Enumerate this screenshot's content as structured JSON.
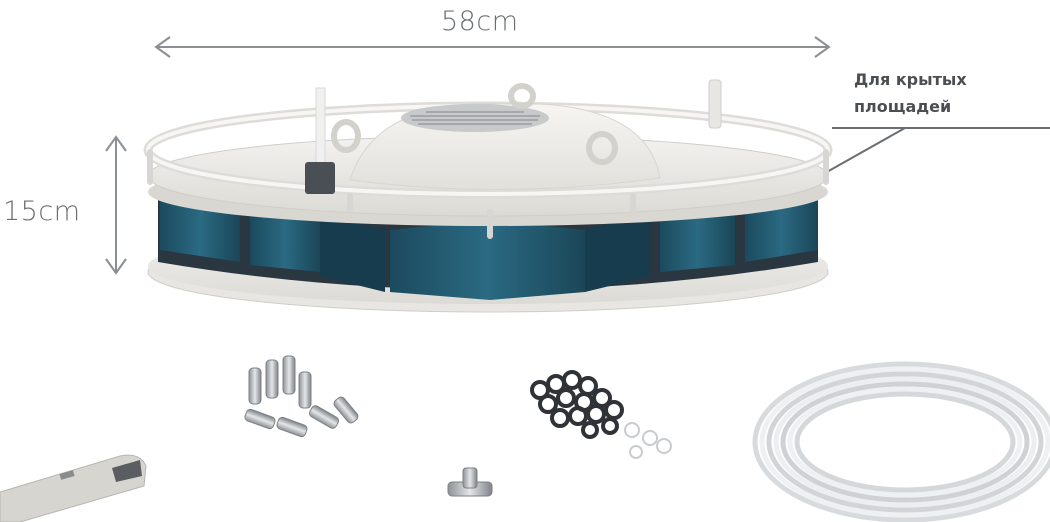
{
  "dimensions": {
    "width_label": "58cm",
    "height_label": "15cm"
  },
  "callout": {
    "line1": "Для крытых",
    "line2": "площадей"
  },
  "colors": {
    "blade": "#22586e",
    "disc": "#ecebe7",
    "arrow": "#8a8f92",
    "text": "#4b4f52"
  }
}
